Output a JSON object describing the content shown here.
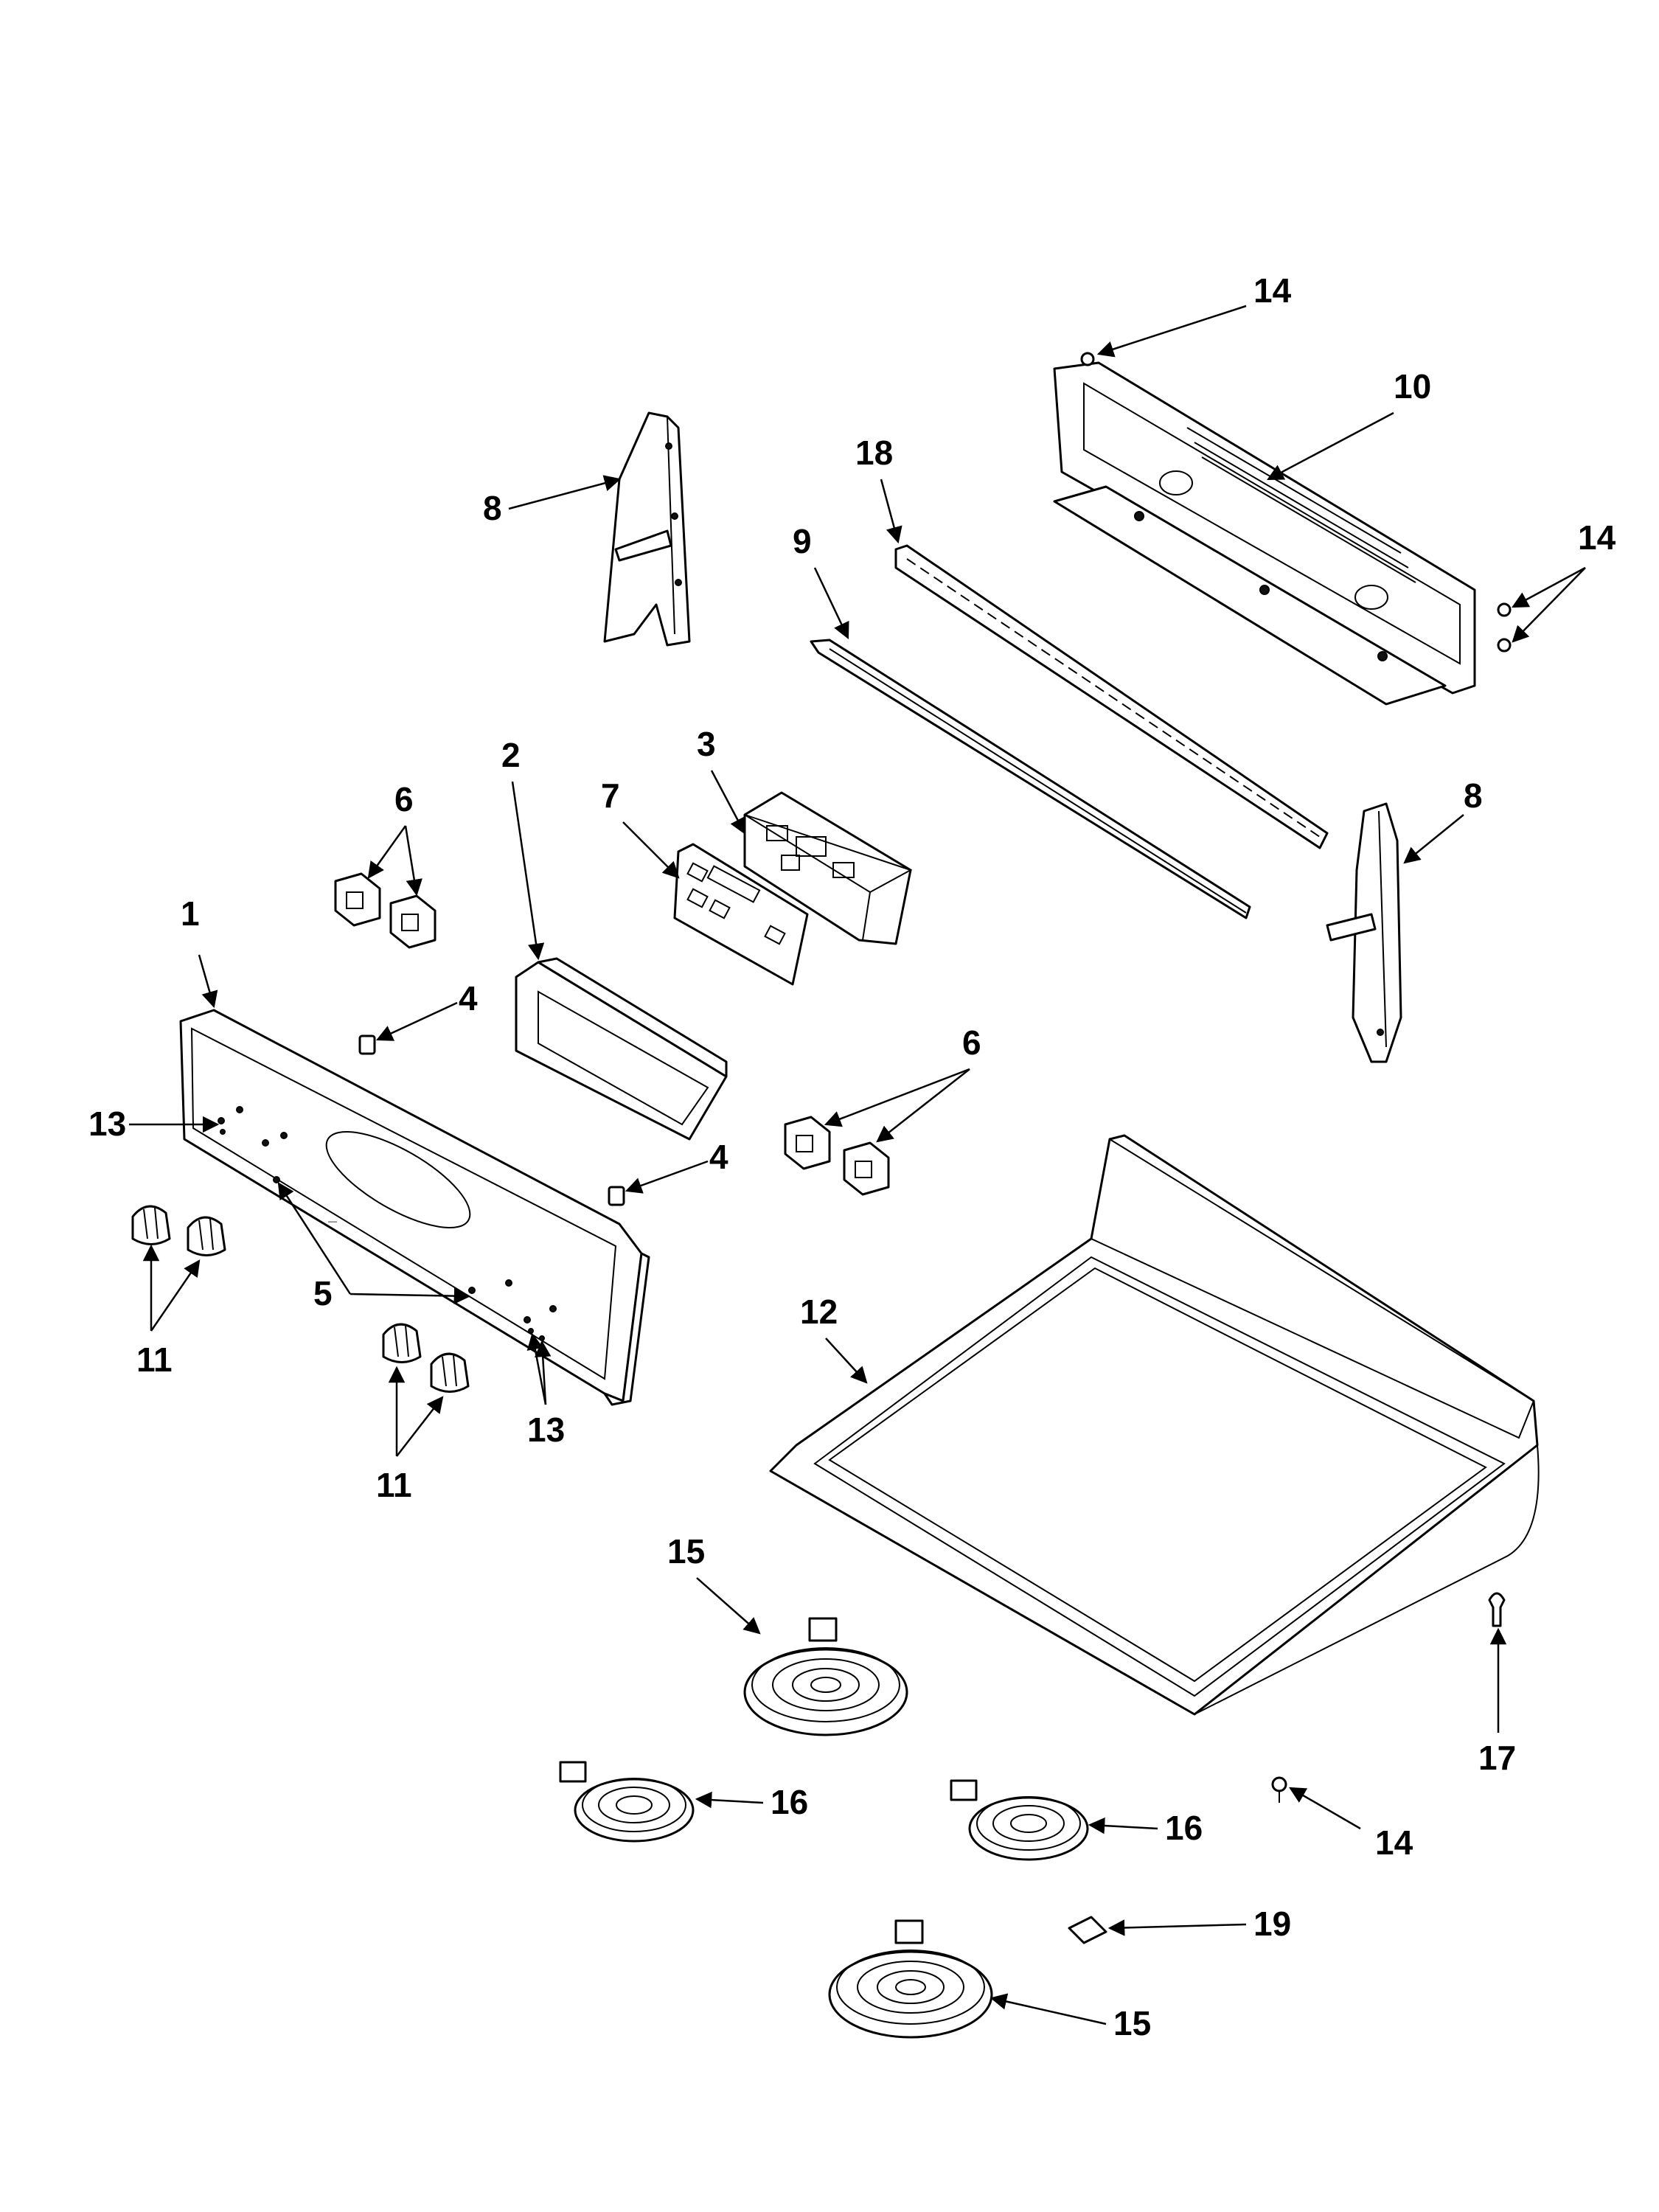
{
  "diagram": {
    "type": "exploded-parts-view",
    "callouts": {
      "c1": "1",
      "c2": "2",
      "c3": "3",
      "c4a": "4",
      "c4b": "4",
      "c5": "5",
      "c6a": "6",
      "c6b": "6",
      "c7": "7",
      "c8a": "8",
      "c8b": "8",
      "c9": "9",
      "c10": "10",
      "c11a": "11",
      "c11b": "11",
      "c12": "12",
      "c13a": "13",
      "c13b": "13",
      "c14a": "14",
      "c14b": "14",
      "c14c": "14",
      "c15a": "15",
      "c15b": "15",
      "c16a": "16",
      "c16b": "16",
      "c17": "17",
      "c18": "18",
      "c19": "19"
    }
  }
}
